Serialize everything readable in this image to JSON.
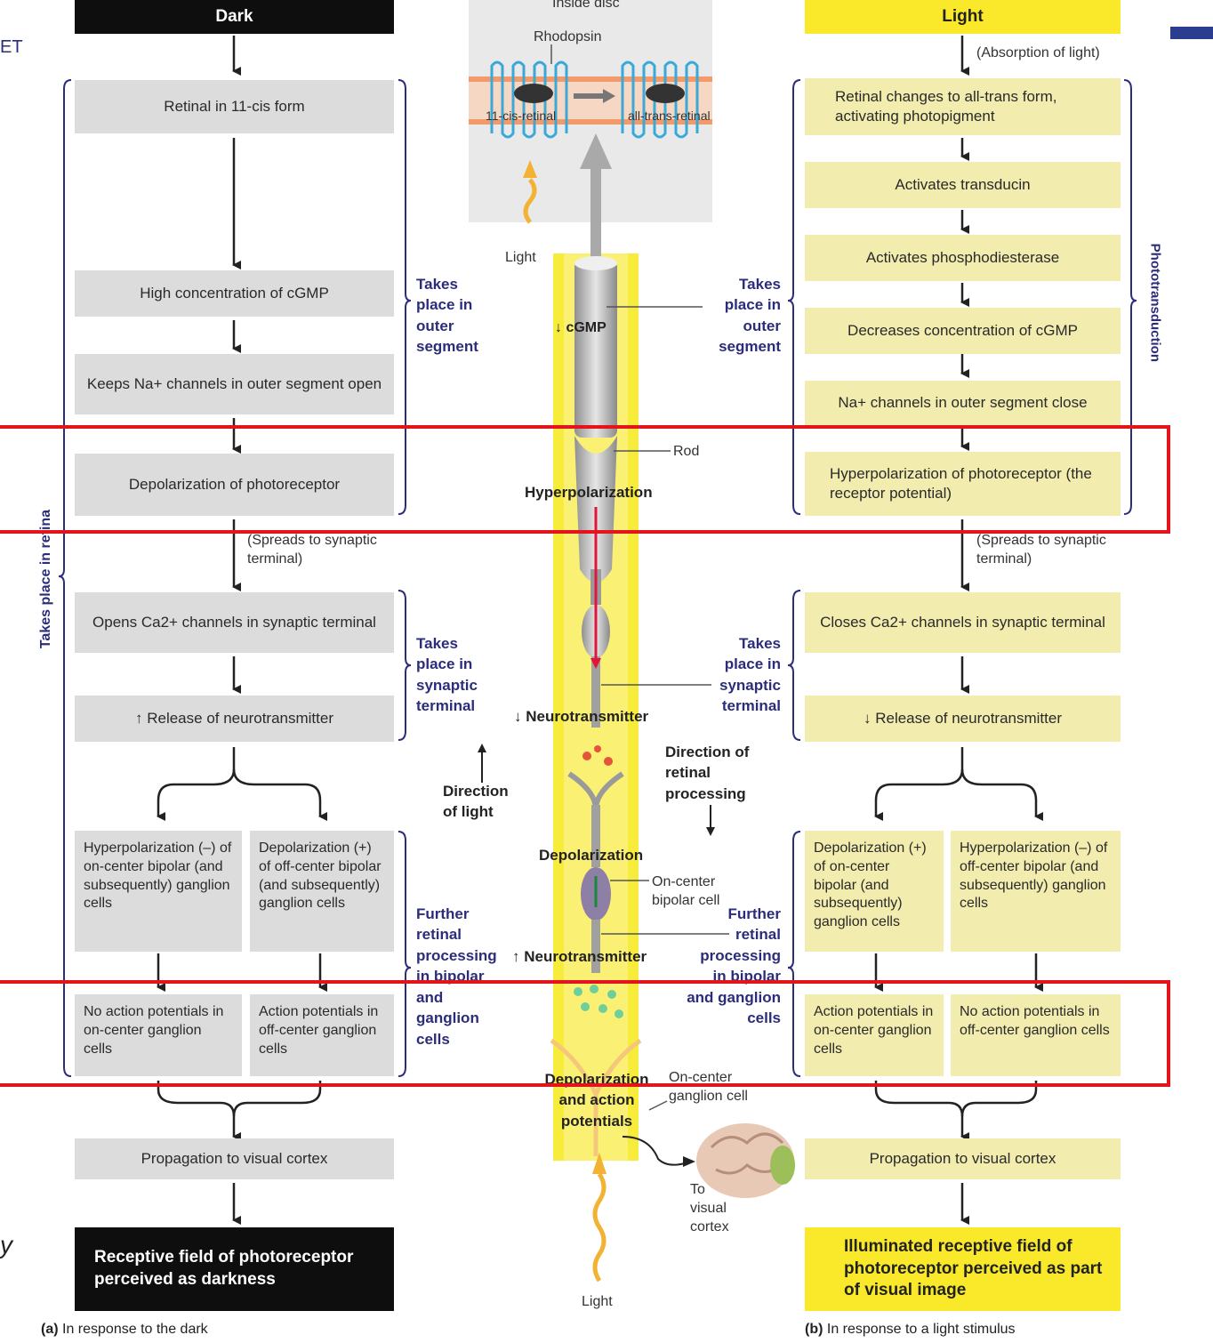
{
  "left": {
    "header": "Dark",
    "steps": [
      "Retinal in 11-cis form",
      "High concentration of cGMP",
      "Keeps Na+ channels in outer segment open",
      "Depolarization of photoreceptor",
      "Opens Ca2+ channels in synaptic terminal",
      "↑ Release of neurotransmitter"
    ],
    "spreads": "(Spreads to synaptic terminal)",
    "split": [
      "Hyperpolarization (–) of on-center bipolar (and subsequently) ganglion cells",
      "Depolarization (+) of off-center bipolar (and subsequently) ganglion cells"
    ],
    "ap": [
      "No action potentials in on-center ganglion cells",
      "Action potentials in off-center ganglion cells"
    ],
    "propagation": "Propagation to visual cortex",
    "final": "Receptive field of photoreceptor perceived as darkness",
    "caption_letter": "(a)",
    "caption": "In response to the dark",
    "retina_label": "Takes place in retina",
    "brace_outer": "Takes place in outer segment",
    "brace_synaptic": "Takes place in synaptic terminal",
    "brace_further": "Further retinal processing in bipolar and ganglion cells"
  },
  "right": {
    "header": "Light",
    "absorption": "(Absorption of light)",
    "steps": [
      "Retinal changes to all-trans form, activating photopigment",
      "Activates transducin",
      "Activates phosphodiesterase",
      "Decreases concentration of cGMP",
      "Na+ channels in outer segment close",
      "Hyperpolarization of photoreceptor (the receptor potential)",
      "Closes Ca2+ channels in synaptic terminal",
      "↓ Release of neurotransmitter"
    ],
    "spreads": "(Spreads to synaptic terminal)",
    "split": [
      "Depolarization (+) of on-center bipolar (and subsequently) ganglion cells",
      "Hyperpolarization (–) of off-center bipolar (and subsequently) ganglion cells"
    ],
    "ap": [
      "Action potentials in on-center ganglion cells",
      "No action potentials in off-center ganglion cells"
    ],
    "propagation": "Propagation to visual cortex",
    "final": "Illuminated receptive field of photoreceptor perceived as part of visual image",
    "caption_letter": "(b)",
    "caption": "In response to a light stimulus",
    "phototransduction": "Phototransduction",
    "brace_outer": "Takes place in outer segment",
    "brace_synaptic": "Takes place in synaptic terminal",
    "brace_further": "Further retinal processing in bipolar and ganglion cells"
  },
  "center": {
    "inside_disc": "Inside disc",
    "rhodopsin": "Rhodopsin",
    "cis": "11-cis-retinal",
    "trans": "all-trans-retinal",
    "light_top": "Light",
    "cgmp": "↓ cGMP",
    "rod": "Rod",
    "hyperpolarization": "Hyperpolarization",
    "neurotransmitter1": "↓ Neurotransmitter",
    "direction_light": "Direction of light",
    "direction_processing": "Direction of retinal processing",
    "depolarization": "Depolarization",
    "on_center_bipolar": "On-center bipolar cell",
    "neurotransmitter2": "↑ Neurotransmitter",
    "depol_ap": "Depolarization and action potentials",
    "on_center_ganglion": "On-center ganglion cell",
    "to_cortex": "To visual cortex",
    "light_bottom": "Light"
  },
  "edge": {
    "left_text": "ET",
    "left_italic": "y"
  },
  "colors": {
    "highlight": "#e4141c",
    "navy": "#2b2d7a",
    "yellow": "#f9e92a",
    "gray": "#dcdcdc",
    "pale_yellow": "#f2ecae"
  }
}
